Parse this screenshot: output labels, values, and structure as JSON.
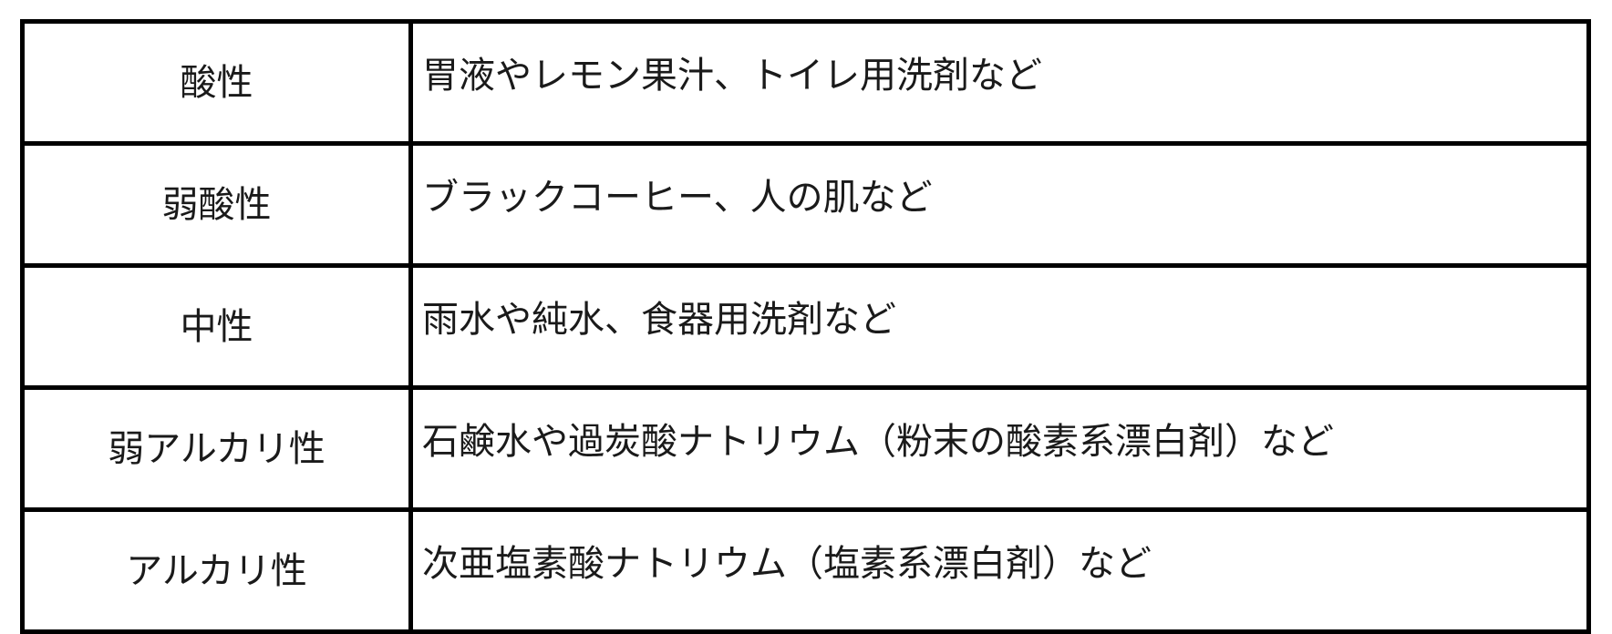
{
  "table": {
    "rows": [
      {
        "label": "酸性",
        "example": "胃液やレモン果汁、トイレ用洗剤など"
      },
      {
        "label": "弱酸性",
        "example": "ブラックコーヒー、人の肌など"
      },
      {
        "label": "中性",
        "example": "雨水や純水、食器用洗剤など"
      },
      {
        "label": "弱アルカリ性",
        "example": "石鹸水や過炭酸ナトリウム（粉末の酸素系漂白剤）など"
      },
      {
        "label": "アルカリ性",
        "example": "次亜塩素酸ナトリウム（塩素系漂白剤）など"
      }
    ]
  }
}
